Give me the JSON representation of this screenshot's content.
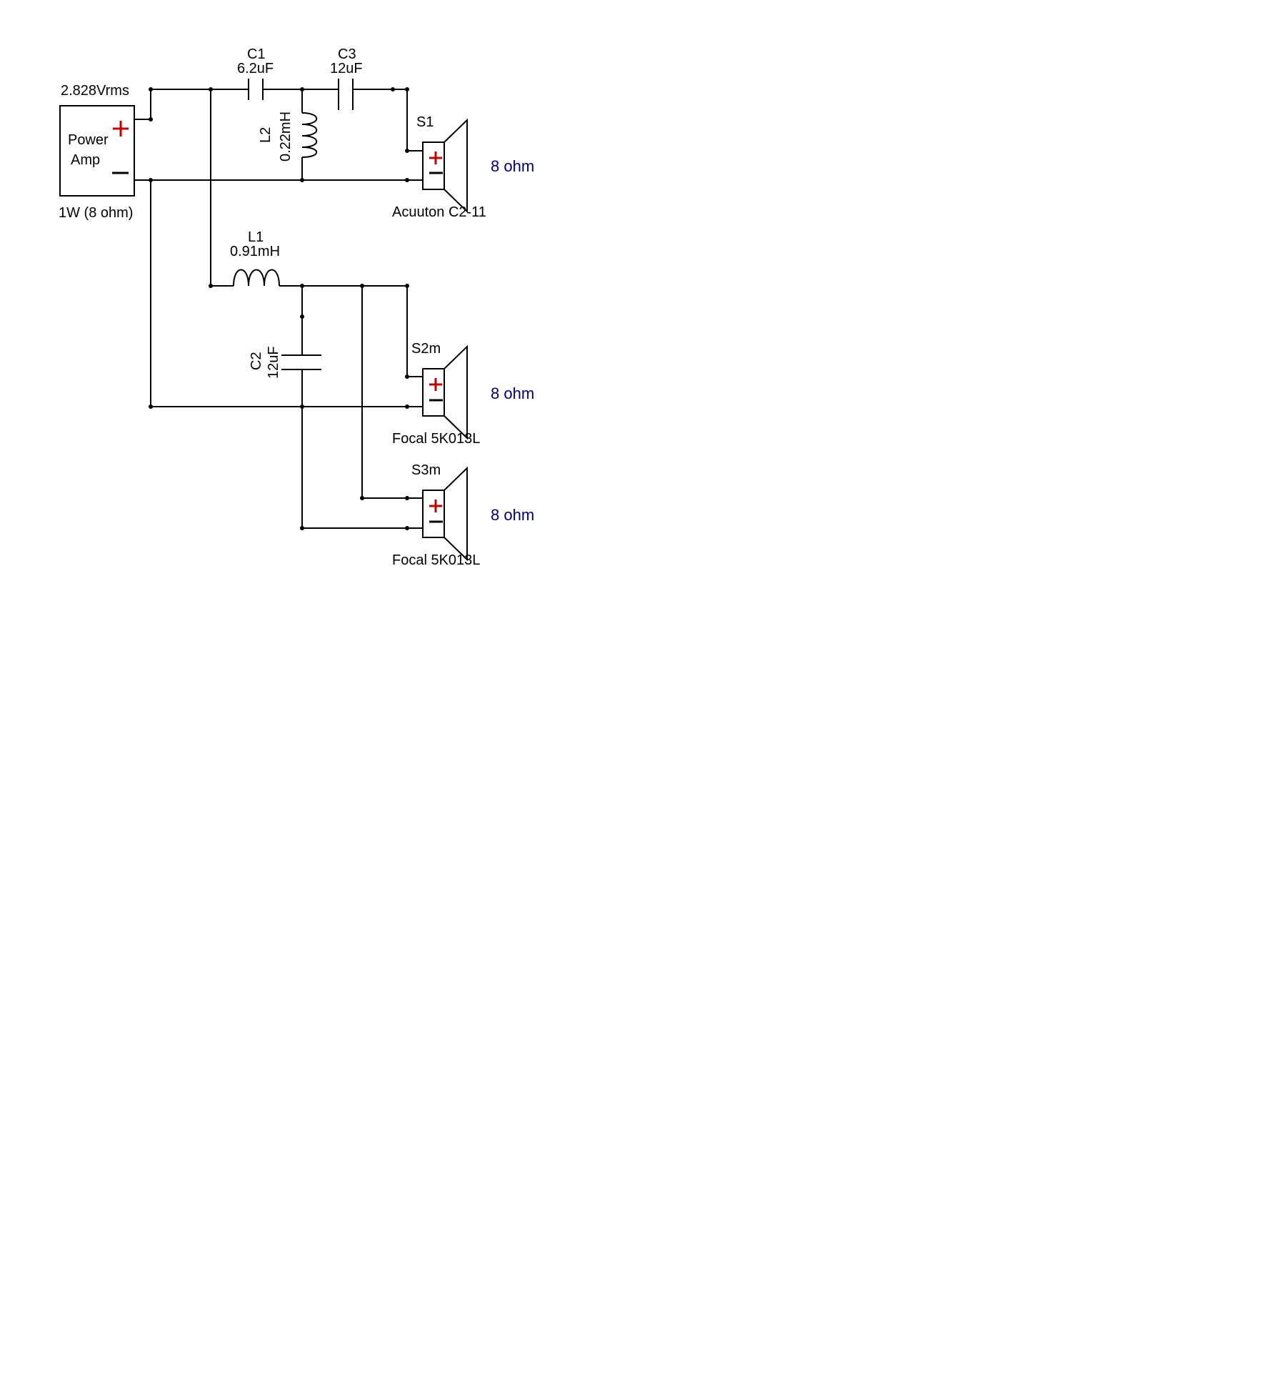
{
  "colors": {
    "polarity_plus": "#c00000",
    "impedance_label": "#00006e",
    "wire": "#000000"
  },
  "amp": {
    "voltage": "2.828Vrms",
    "name_line1": "Power",
    "name_line2": "Amp",
    "power": "1W (8 ohm)",
    "plus_icon": "plus-sign",
    "minus_icon": "minus-sign"
  },
  "components": {
    "c1": {
      "ref": "C1",
      "value": "6.2uF"
    },
    "c3": {
      "ref": "C3",
      "value": "12uF"
    },
    "l2": {
      "ref": "L2",
      "value": "0.22mH"
    },
    "l1": {
      "ref": "L1",
      "value": "0.91mH"
    },
    "c2": {
      "ref": "C2",
      "value": "12uF"
    }
  },
  "speakers": {
    "s1": {
      "ref": "S1",
      "model": "Acuuton C2-11",
      "impedance": "8 ohm"
    },
    "s2": {
      "ref": "S2m",
      "model": "Focal 5K013L",
      "impedance": "8 ohm"
    },
    "s3": {
      "ref": "S3m",
      "model": "Focal 5K013L",
      "impedance": "8 ohm"
    }
  }
}
